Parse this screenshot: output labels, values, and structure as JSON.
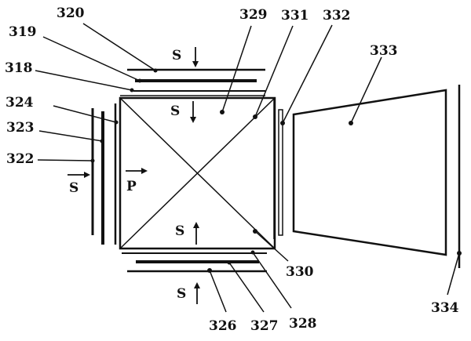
{
  "colors": {
    "ink": "#111111",
    "background": "#ffffff"
  },
  "labels": {
    "l318": "318",
    "l319": "319",
    "l320": "320",
    "l322": "322",
    "l323": "323",
    "l324": "324",
    "l326": "326",
    "l327": "327",
    "l328": "328",
    "l329": "329",
    "l330": "330",
    "l331": "331",
    "l332": "332",
    "l333": "333",
    "l334": "334"
  },
  "polarization": {
    "s_top_outer": "S",
    "s_top_inner": "S",
    "s_left": "S",
    "p_left": "P",
    "s_bottom_inner": "S",
    "s_bottom_outer": "S"
  }
}
